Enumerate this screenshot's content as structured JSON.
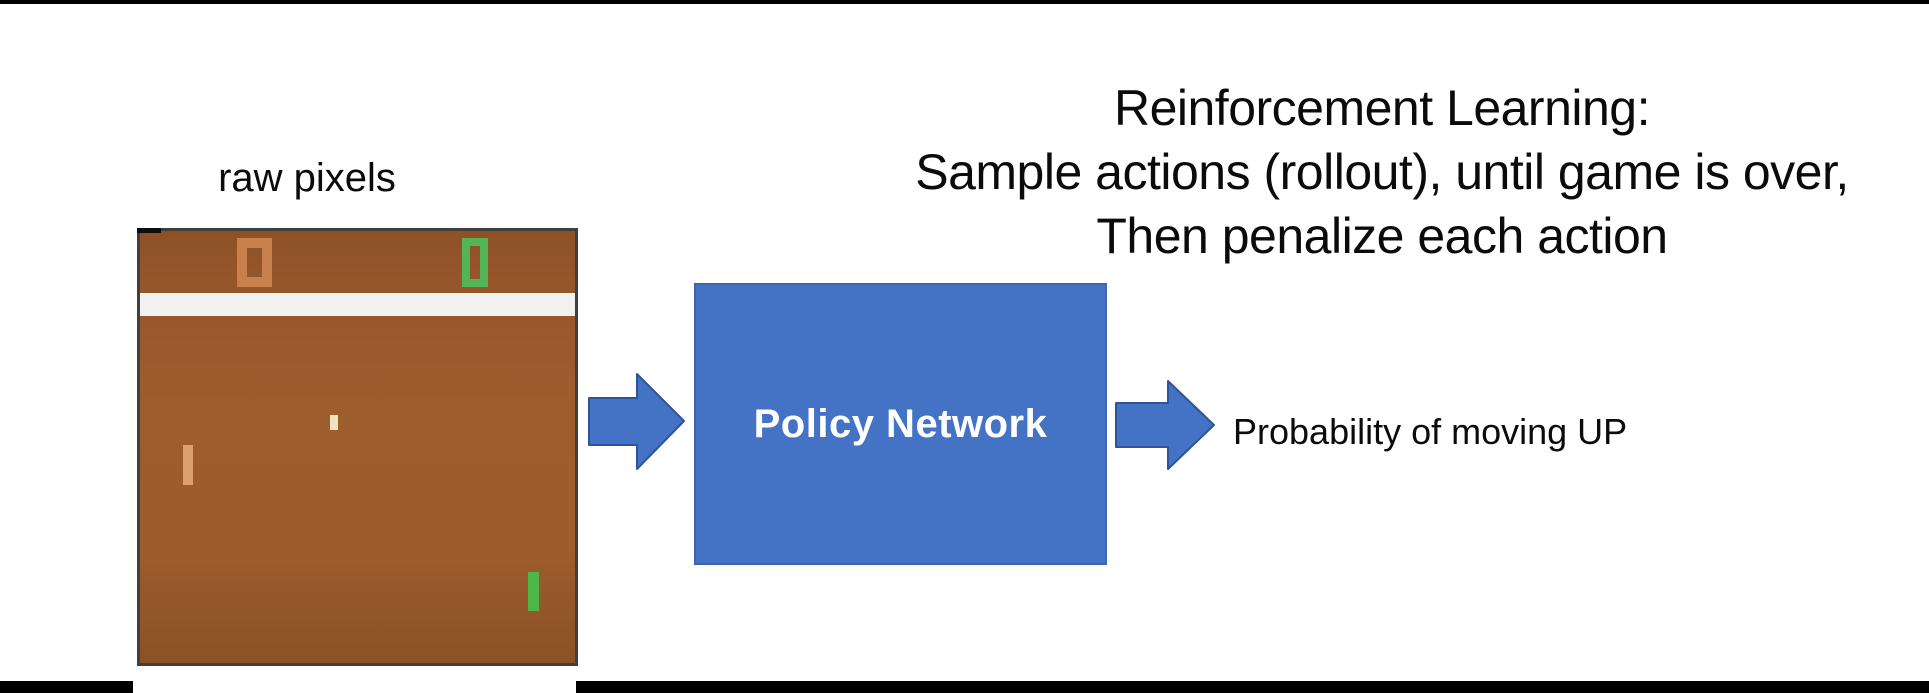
{
  "title": {
    "line1": "Reinforcement Learning:",
    "line2": "Sample actions (rollout), until game is over,",
    "line3": "Then penalize each action"
  },
  "game": {
    "label": "raw pixels",
    "left_score": "0",
    "right_score": "0",
    "colors": {
      "field_brown": "#9a5b2b",
      "score_band_brown": "#8e5126",
      "white_band": "#f1f1ef",
      "left_score_orange": "#c8814e",
      "right_score_green": "#53b556",
      "left_paddle_tan": "#dca06e",
      "right_paddle_green": "#4fb64c",
      "ball_cream": "#f2e3c0",
      "frame_border": "#3f3f3f"
    }
  },
  "policy_box": {
    "label": "Policy Network",
    "fill": "#4472c4",
    "border": "#3e66ae",
    "text_color": "#ffffff"
  },
  "arrows": {
    "fill": "#4472c4",
    "stroke": "#2f5597"
  },
  "output": {
    "label": "Probability of moving UP"
  },
  "frame_bars_color": "#000000"
}
